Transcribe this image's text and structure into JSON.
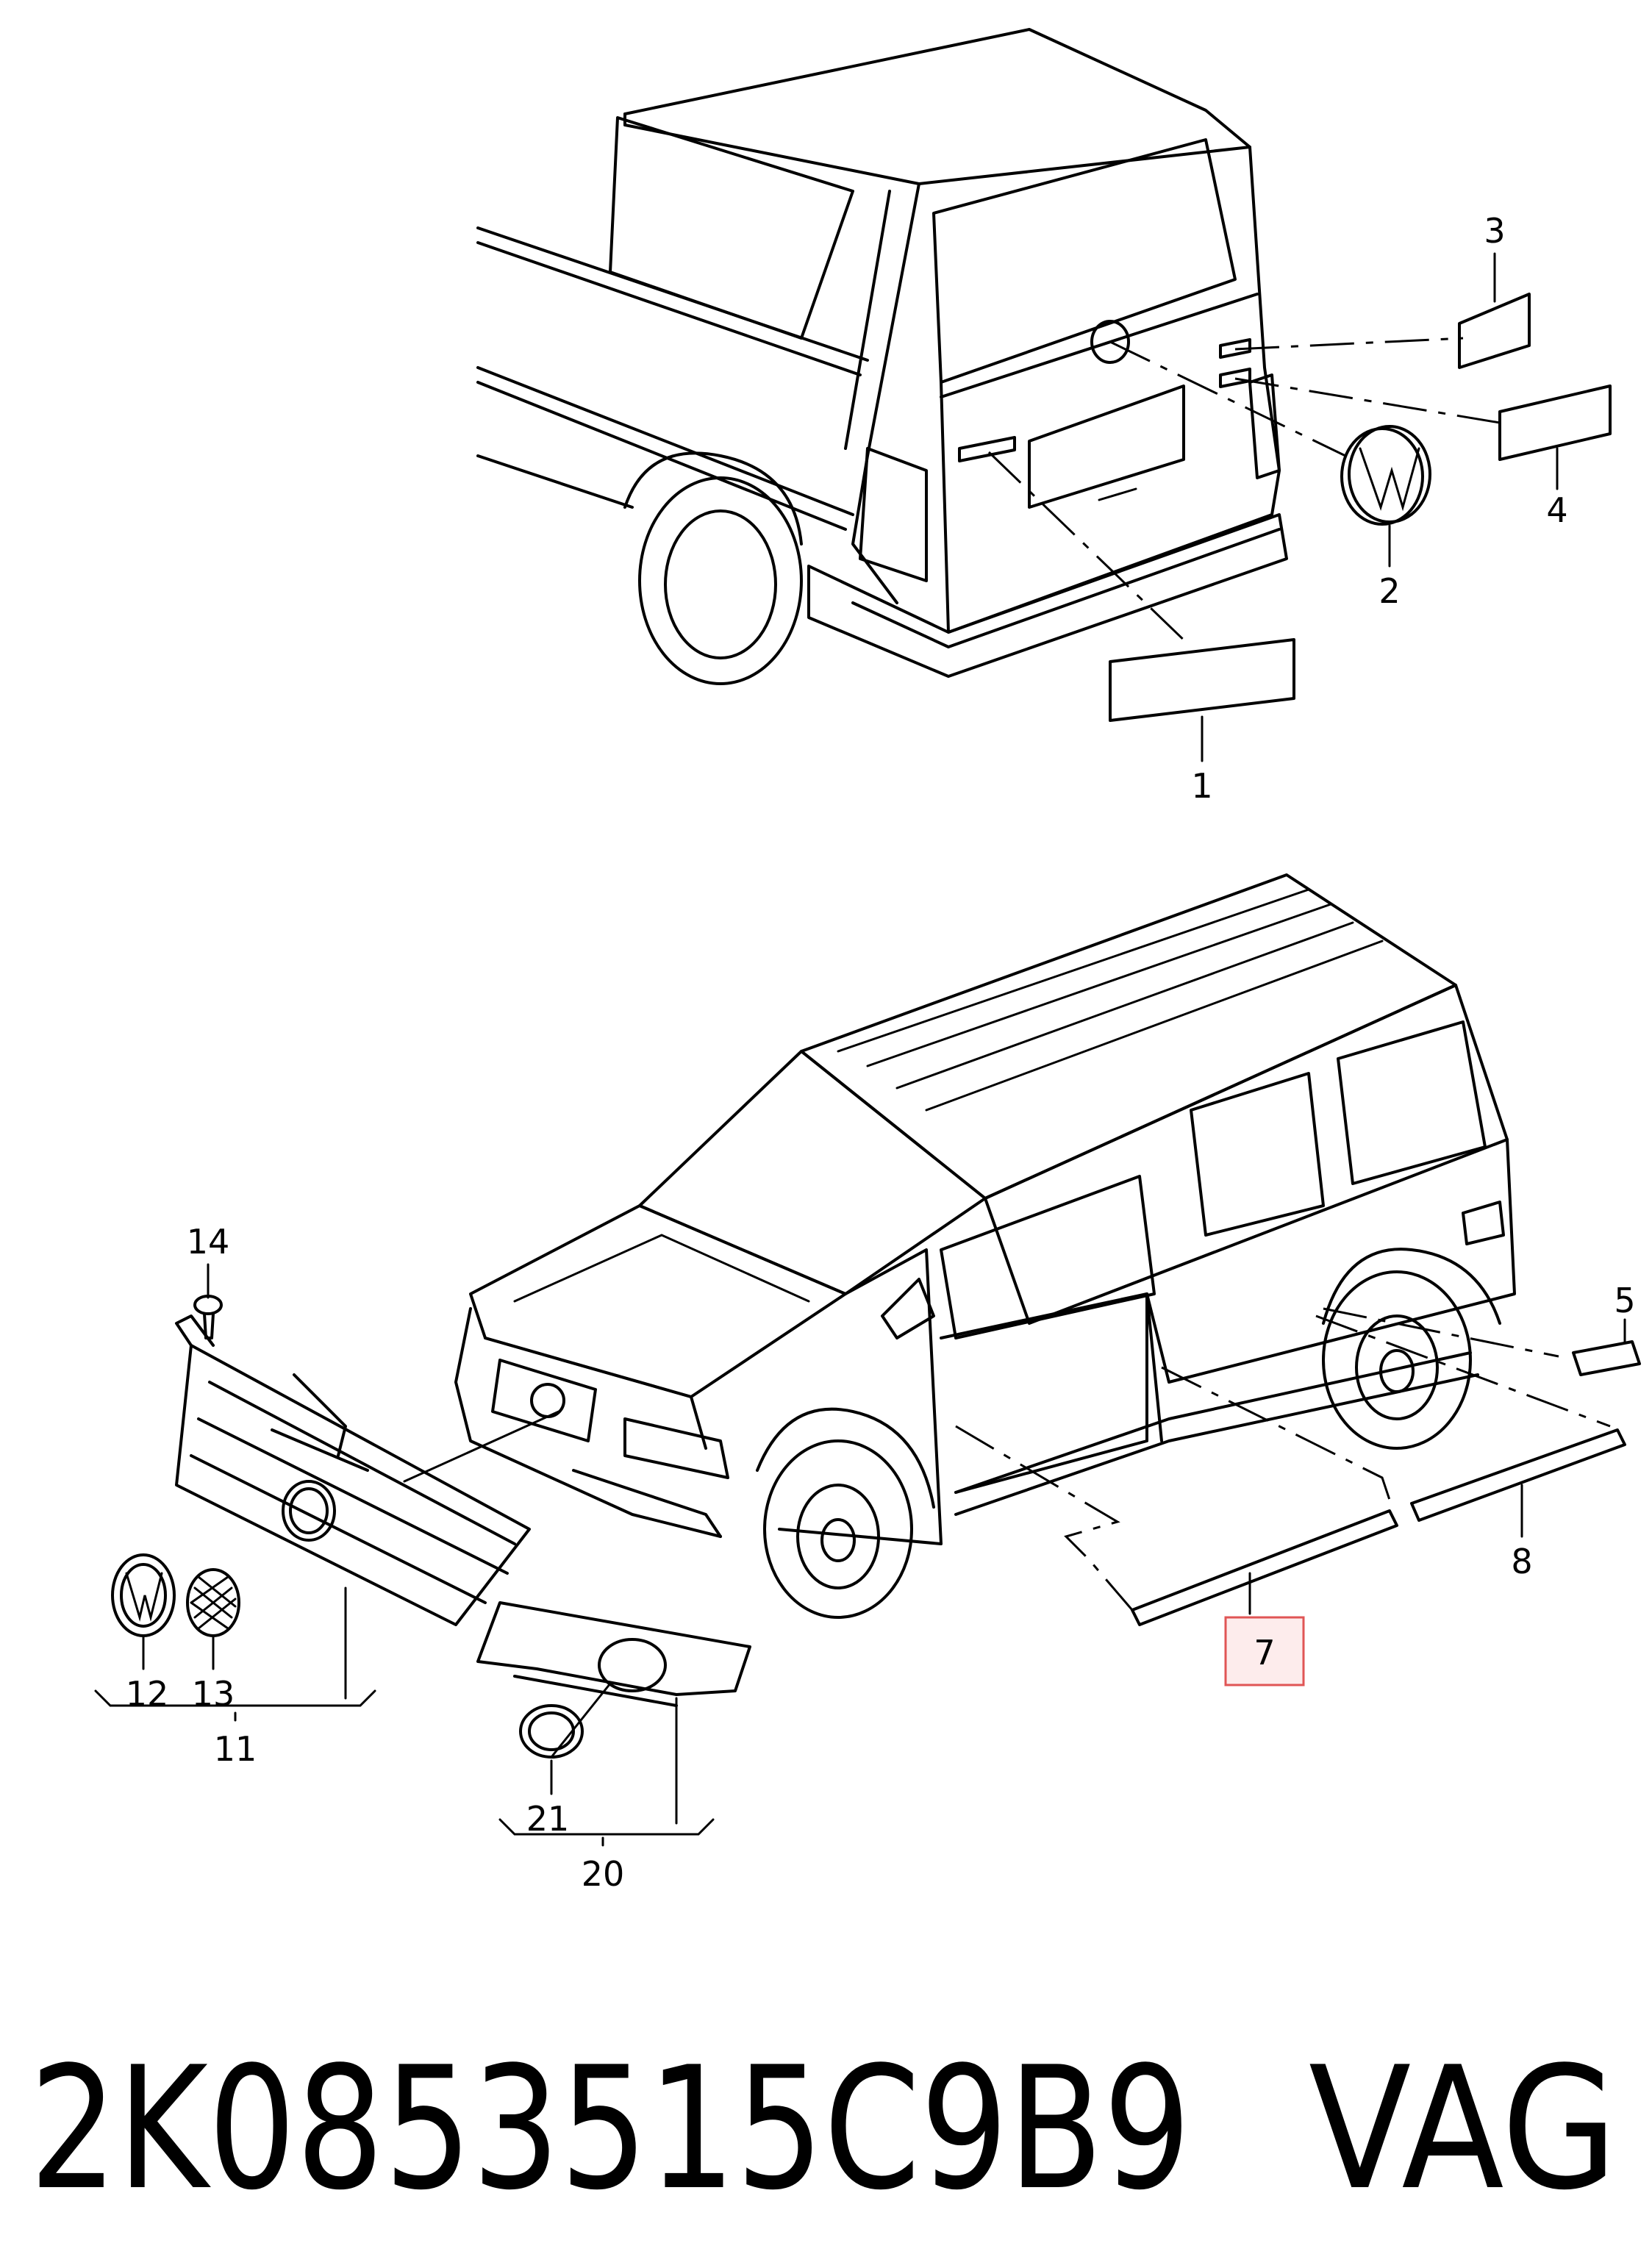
{
  "callouts": {
    "c1": "1",
    "c2": "2",
    "c3": "3",
    "c4": "4",
    "c5": "5",
    "c7": "7",
    "c8": "8",
    "c11": "11",
    "c12": "12",
    "c13": "13",
    "c14": "14",
    "c20": "20",
    "c21": "21"
  },
  "highlighted_callout": "7",
  "part_number": "2K0853515C9B9",
  "brand": "VAG",
  "colors": {
    "line": "#000000",
    "highlight_border": "#e05555",
    "highlight_fill": "#fdecec"
  }
}
